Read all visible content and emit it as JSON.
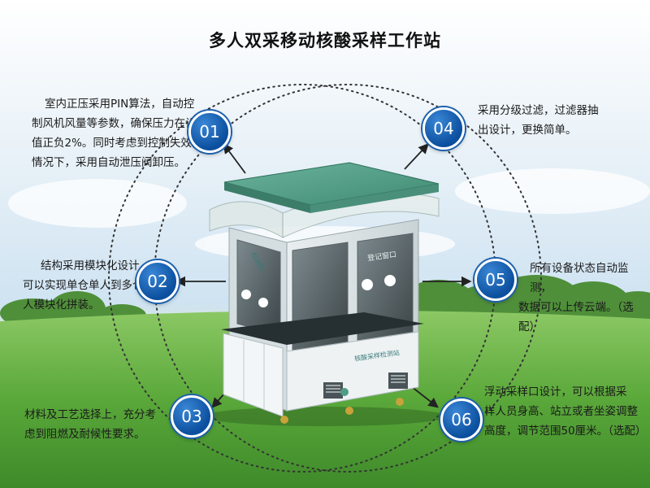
{
  "title": "多人双采移动核酸采样工作站",
  "features": [
    {
      "num": "01",
      "lines": [
        "室内正压采用PIN算法，自动控",
        "制风机风量等参数，确保压力在设定",
        "值正负2%。同时考虑到控制失效的",
        "情况下，采用自动泄压阀卸压。"
      ]
    },
    {
      "num": "02",
      "lines": [
        "结构采用模块化设计，",
        "可以实现单仓单人到多仓多",
        "人模块化拼装。"
      ]
    },
    {
      "num": "03",
      "lines": [
        "材料及工艺选择上，充分考",
        "虑到阻燃及耐候性要求。"
      ]
    },
    {
      "num": "04",
      "lines": [
        "采用分级过滤，过滤器抽",
        "出设计，更换简单。"
      ]
    },
    {
      "num": "05",
      "lines": [
        "所有设备状态自动监测，",
        "数据可以上传云端。（选配）"
      ]
    },
    {
      "num": "06",
      "lines": [
        "浮动采样口设计，可以根据采",
        "样人员身高、站立或者坐姿调整",
        "高度，调节范围50厘米。（选配）"
      ]
    }
  ],
  "booth": {
    "sign_left": "检测舱",
    "sign_right": "登记窗口",
    "sign_front": "核酸采样检测站"
  },
  "colors": {
    "sky_top": "#cfe3f2",
    "grass": "#5aa83a",
    "badge_blue": "#1b5fae",
    "roof_teal": "#4f9c85"
  }
}
